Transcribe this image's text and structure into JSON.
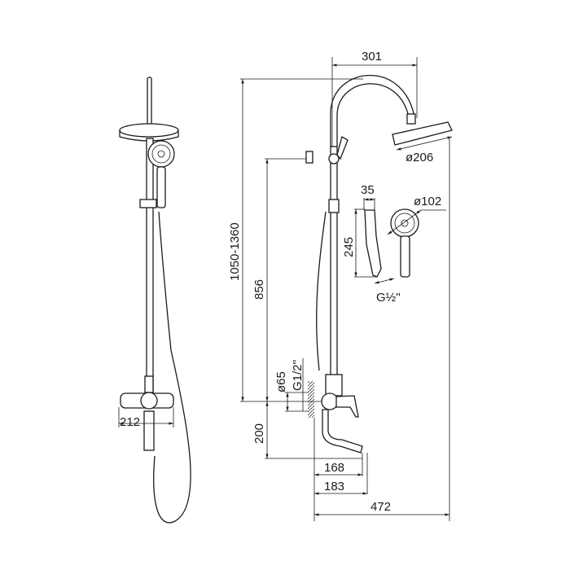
{
  "drawing": {
    "title": "Shower system technical drawing",
    "front_view": {
      "mixer_width": "212"
    },
    "side_view": {
      "head_reach": "301",
      "head_diameter": "ø206",
      "total_height": "1050-1360",
      "holder_height": "856",
      "spout_height": "200",
      "inlet_diameter": "ø65",
      "inlet_thread": "G1/2''",
      "spout_reach_168": "168",
      "spout_reach_183": "183",
      "overall_depth": "472"
    },
    "hand_shower": {
      "width": "35",
      "length": "245",
      "diameter": "ø102",
      "thread": "G½''"
    }
  }
}
